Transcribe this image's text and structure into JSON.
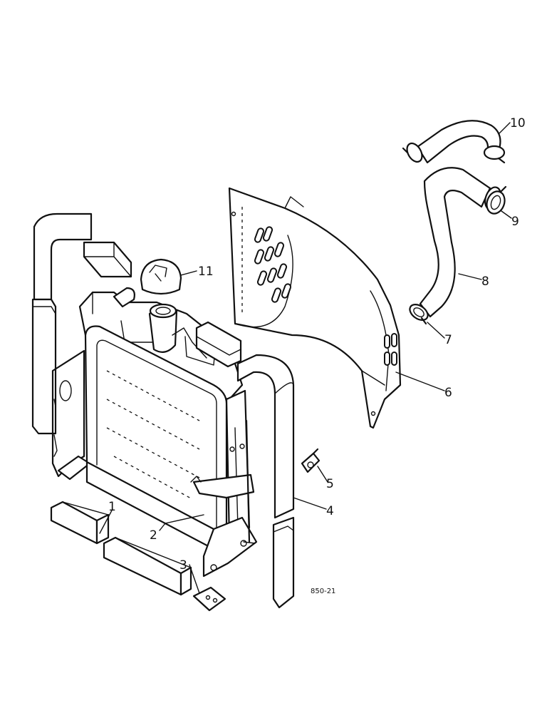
{
  "diagram": {
    "callouts": [
      {
        "id": "1",
        "text": "1"
      },
      {
        "id": "2",
        "text": "2"
      },
      {
        "id": "3",
        "text": "3"
      },
      {
        "id": "4",
        "text": "4"
      },
      {
        "id": "5",
        "text": "5"
      },
      {
        "id": "6",
        "text": "6"
      },
      {
        "id": "7",
        "text": "7"
      },
      {
        "id": "8",
        "text": "8"
      },
      {
        "id": "9",
        "text": "9"
      },
      {
        "id": "10",
        "text": "10"
      },
      {
        "id": "11",
        "text": "11"
      }
    ],
    "reference_code": "850-21"
  }
}
